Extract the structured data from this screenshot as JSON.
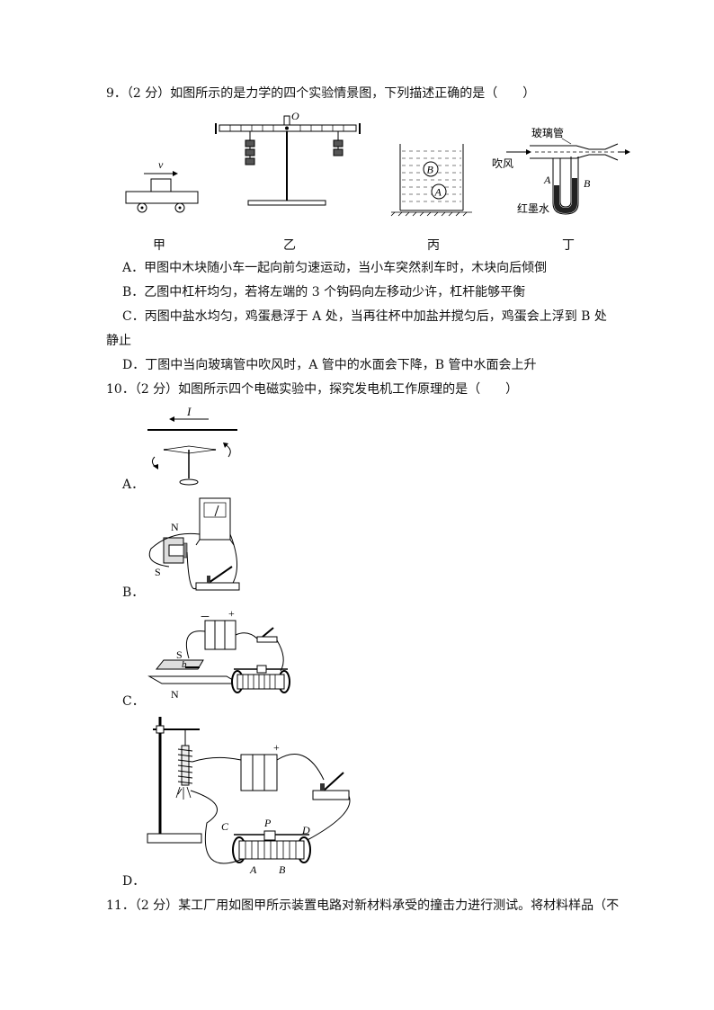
{
  "q9": {
    "stem": "9．（2 分）如图所示的是力学的四个实验情景图，下列描述正确的是（　　）",
    "fig_labels": [
      "甲",
      "乙",
      "丙",
      "丁"
    ],
    "fig_yi_o": "O",
    "fig_jia_v": "v",
    "fig_bing_b": "B",
    "fig_bing_a": "A",
    "fig_ding_tube": "玻璃管",
    "fig_ding_blow": "吹风",
    "fig_ding_a": "A",
    "fig_ding_b": "B",
    "fig_ding_ink": "红墨水",
    "option_a": "A．甲图中木块随小车一起向前匀速运动，当小车突然刹车时，木块向后倾倒",
    "option_b": "B．乙图中杠杆均匀，若将左端的 3 个钩码向左移动少许，杠杆能够平衡",
    "option_c1": "C．丙图中盐水均匀，鸡蛋悬浮于 A 处，当再往杯中加盐并搅匀后，鸡蛋会上浮到 B 处",
    "option_c2": "静止",
    "option_d": "D．丁图中当向玻璃管中吹风时，A 管中的水面会下降，B 管中水面会上升"
  },
  "q10": {
    "stem": "10．（2 分）如图所示四个电磁实验中，探究发电机工作原理的是（　　）",
    "fig_a_current": "I",
    "label_a": "A．",
    "label_b": "B．",
    "label_c": "C．",
    "label_d": "D．",
    "fig_b_n": "N",
    "fig_b_s": "S",
    "fig_c_s": "S",
    "fig_c_n": "N",
    "fig_c_b": "b",
    "fig_c_minus": "－",
    "fig_c_plus": "+",
    "fig_d_plus": "+",
    "fig_d_c": "C",
    "fig_d_p": "P",
    "fig_d_d": "D",
    "fig_d_a": "A",
    "fig_d_bb": "B"
  },
  "q11": {
    "stem": "11．（2 分）某工厂用如图甲所示装置电路对新材料承受的撞击力进行测试。将材料样品（不"
  }
}
